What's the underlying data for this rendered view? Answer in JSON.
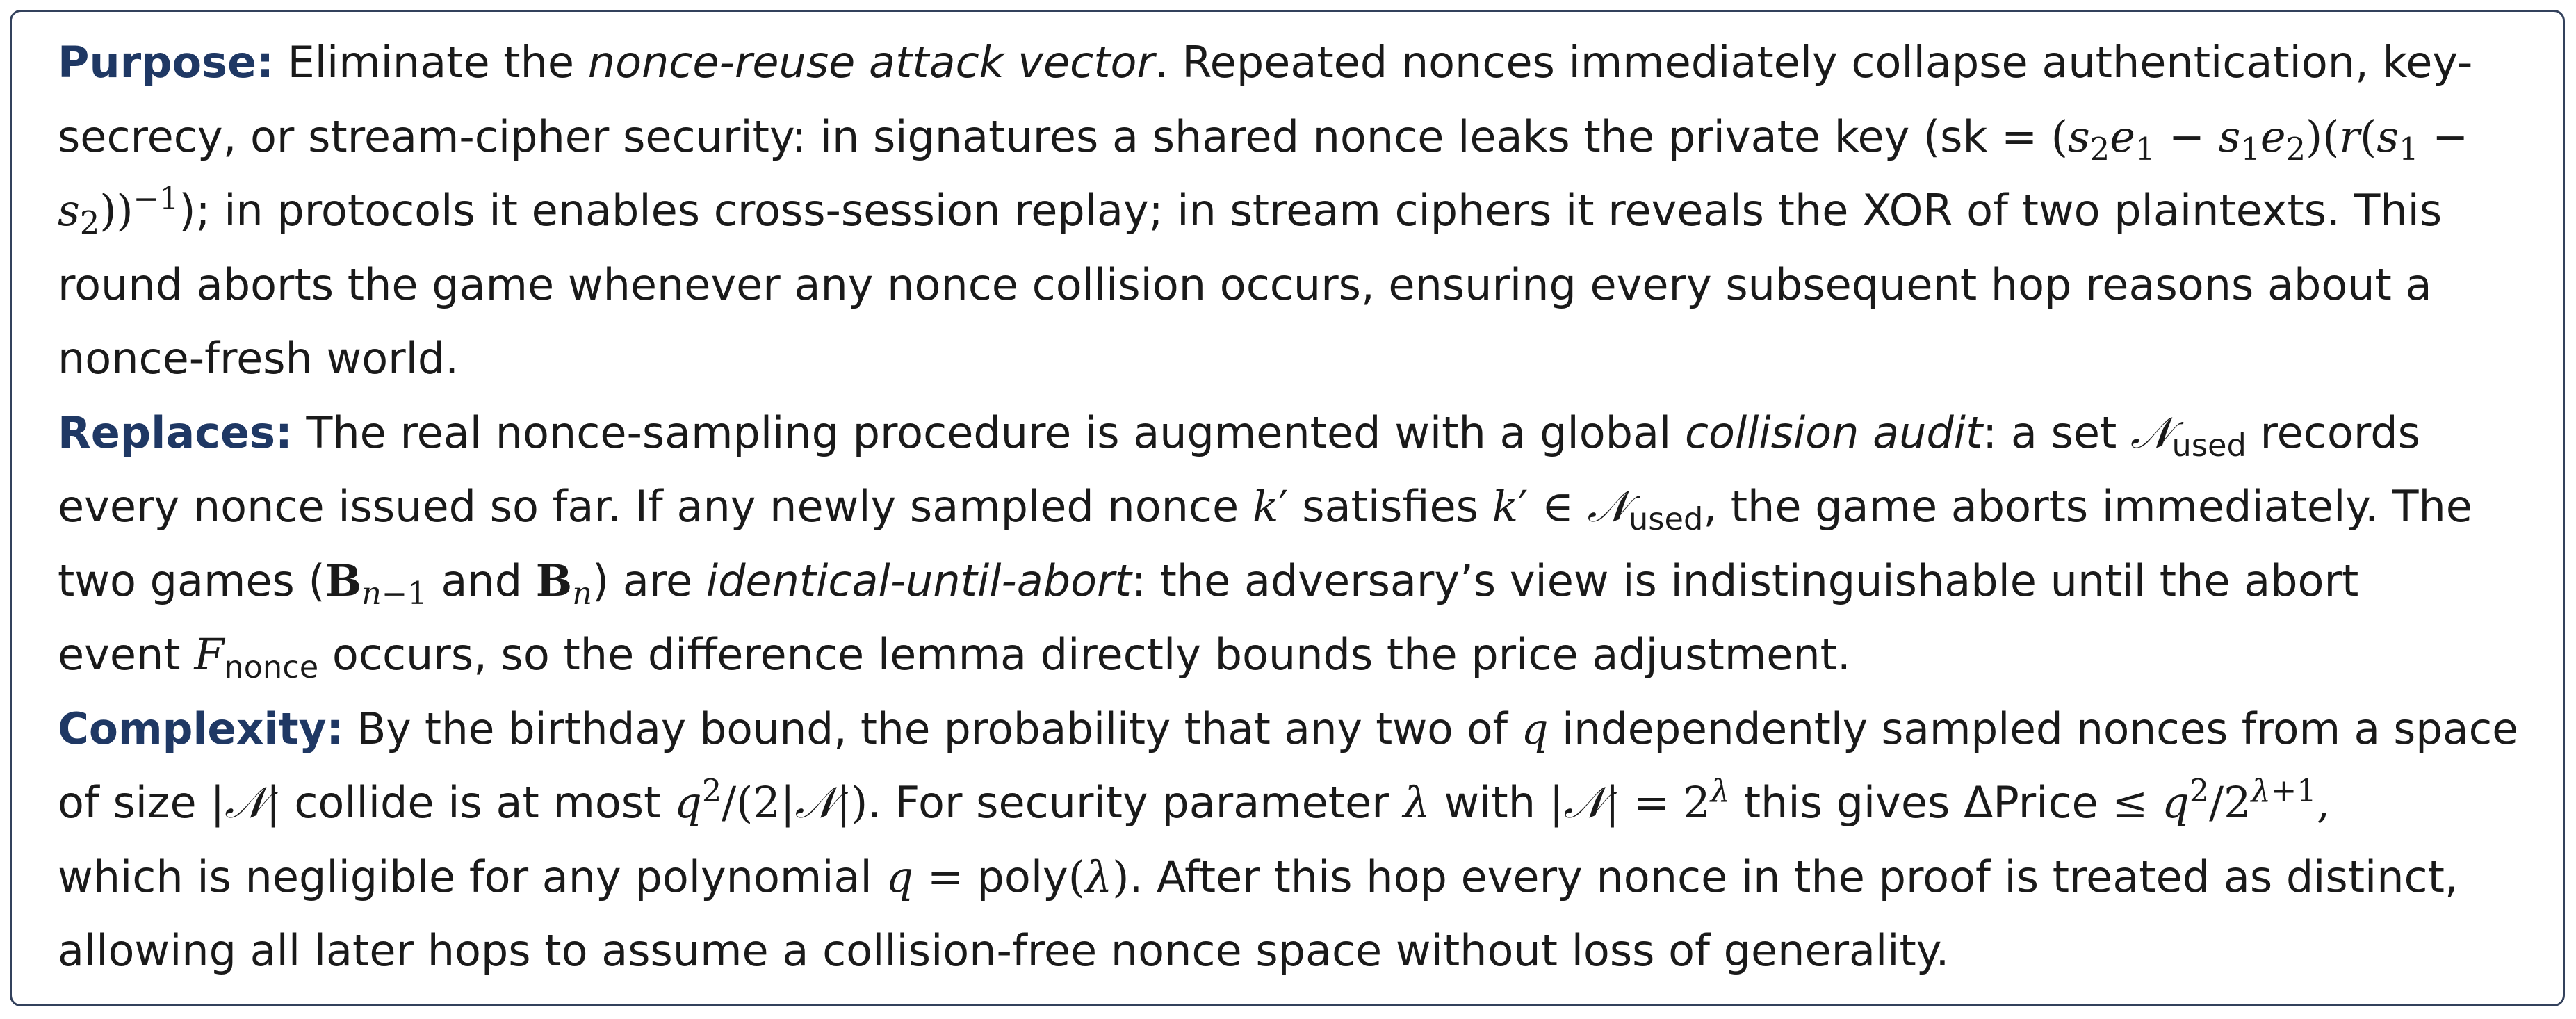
{
  "purpose": {
    "label": "Purpose:",
    "l1_a": "Eliminate the",
    "l1_em": "nonce-reuse attack vector",
    "l1_b": ". Repeated nonces immediately collapse authentication, key-",
    "l2_a": "secrecy, or stream-cipher security: in signatures a shared nonce leaks the private key (",
    "sk": "sk",
    "l3_b": "); in protocols it enables cross-session replay; in stream ciphers it reveals the XOR of two plaintexts. This",
    "l4": "round aborts the game whenever any nonce collision occurs, ensuring every subsequent hop reasons about a",
    "l5": "nonce-fresh world."
  },
  "replaces": {
    "label": "Replaces:",
    "l1_a": "The real nonce-sampling procedure is augmented with a global",
    "l1_em": "collision audit",
    "l1_b": ": a set",
    "used": "used",
    "l1_c": "records",
    "l2_a": "every nonce issued so far. If any newly sampled nonce",
    "l2_b": "satisfies",
    "l2_c": ", the game aborts immediately. The",
    "l3_a": "two games (",
    "l3_and": "and",
    "l3_b": ") are",
    "l3_em": "identical-until-abort",
    "l3_c": ": the adversary’s view is indistinguishable until the abort",
    "l4_a": "event",
    "nonce": "nonce",
    "l4_b": "occurs, so the difference lemma directly bounds the price adjustment."
  },
  "complexity": {
    "label": "Complexity:",
    "l1_a": "By the birthday bound, the probability that any two of",
    "l1_b": "independently sampled nonces from a space",
    "l2_a": "of size",
    "l2_b": "collide is at most",
    "l2_c": ". For security parameter",
    "l2_d": "with",
    "l2_e": "this gives",
    "price": "ΔPrice",
    "l3_a": "which is negligible for any polynomial",
    "poly": "poly",
    "l3_b": ". After this hop every nonce in the proof is treated as distinct,",
    "l4": "allowing all later hops to assume a collision-free nonce space without loss of generality."
  },
  "colors": {
    "heading": "#1f3864",
    "border": "#33415c",
    "text": "#1a1a1a"
  }
}
